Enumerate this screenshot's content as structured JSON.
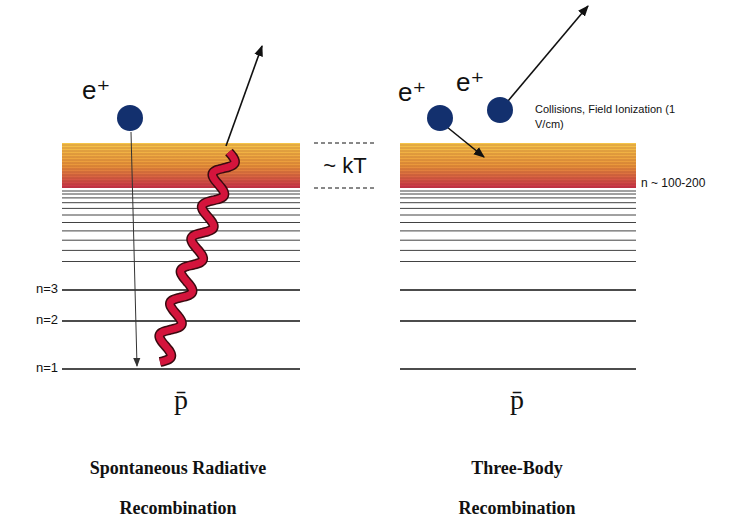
{
  "diagram": {
    "labels": [
      "e⁺",
      "~ kT",
      "e⁺",
      "e⁺",
      "Collisions, Field Ionization (1 V/cm)",
      "n ~ 100-200",
      "n=3",
      "n=2",
      "n=1",
      "p̄",
      "p̄",
      "Spontaneous Radiative Recombination",
      "Three-Body Recombination"
    ]
  }
}
